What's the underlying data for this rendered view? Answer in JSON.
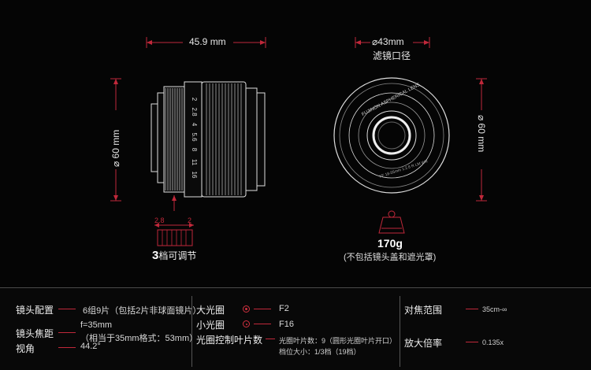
{
  "dimensions": {
    "length": "45.9 mm",
    "filter_diameter": "⌀43mm",
    "filter_label": "滤镜口径",
    "diameter_left": "⌀  60 mm",
    "diameter_right": "⌀  60 mm"
  },
  "aperture_ring": {
    "scale_min": "2.8",
    "scale_max": "2",
    "steps_count": "3",
    "steps_text": "档可调节",
    "barrel_marks": [
      "2",
      "2.8",
      "4",
      "5.6",
      "8",
      "11",
      "16"
    ]
  },
  "lens_front_text": "FUJINON ASPHERICAL LENS",
  "lens_front_text2": "XF 18-55mm 1:2.8 R LM WR",
  "weight": {
    "value": "170g",
    "note": "(不包括镜头盖和遮光罩)"
  },
  "specs": {
    "construction_label": "镜头配置",
    "construction_value": "6组9片（包括2片非球面镜片）",
    "focal_label": "镜头焦距",
    "focal_value": "f=35mm",
    "focal_equiv": "（相当于35mm格式：53mm）",
    "angle_label": "视角",
    "angle_value": "44.2°",
    "max_aperture_label": "大光圈",
    "max_aperture_value": "F2",
    "min_aperture_label": "小光圈",
    "min_aperture_value": "F16",
    "blades_label": "光圈控制叶片数",
    "blades_value": "光圈叶片数：9（圆形光圈叶片开口）",
    "blades_step": "档位大小：1/3档（19档）",
    "focus_label": "对焦范围",
    "focus_value": "35cm-∞",
    "mag_label": "放大倍率",
    "mag_value": "0.135x"
  },
  "colors": {
    "accent": "#c0283a",
    "background": "#050505",
    "line": "#dddddd"
  }
}
